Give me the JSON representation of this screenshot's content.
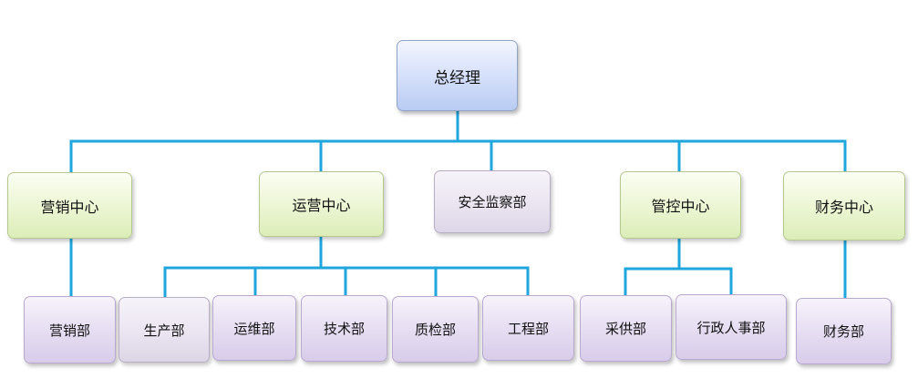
{
  "colors": {
    "connector": "#1fa6dd",
    "root_fill": "#c9d7f8",
    "center_fill": "#e7f4cc",
    "department_fill": "#e2d9f0",
    "special_fill": "#e5dfec"
  },
  "org": {
    "root": "总经理",
    "centers": {
      "marketing": "营销中心",
      "operations": "运营中心",
      "safety": "安全监察部",
      "control": "管控中心",
      "finance": "财务中心"
    },
    "departments": {
      "marketing_dept": "营销部",
      "production": "生产部",
      "maintenance": "运维部",
      "technology": "技术部",
      "quality": "质检部",
      "engineering": "工程部",
      "procurement": "采供部",
      "admin_hr": "行政人事部",
      "finance_dept": "财务部"
    }
  }
}
